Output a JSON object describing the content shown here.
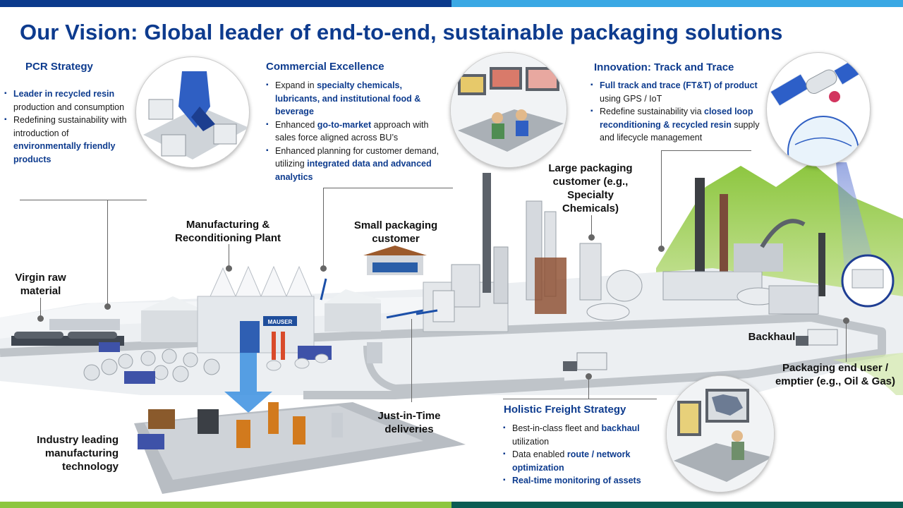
{
  "title": "Our Vision: Global leader of end-to-end, sustainable packaging solutions",
  "colors": {
    "brand_blue": "#0d3b8e",
    "top_bar_left": "#0b3a8c",
    "top_bar_right": "#3aa8e4",
    "bottom_bar_left": "#8dc63f",
    "bottom_bar_right": "#0a5c53"
  },
  "pcr": {
    "heading": "PCR Strategy",
    "b1_hl": "Leader in recycled resin",
    "b1_rest": " production and consumption",
    "b2_pre": "Redefining sustainability with introduction of ",
    "b2_hl": "environmentally friendly products"
  },
  "commercial": {
    "heading": "Commercial Excellence",
    "b1_pre": "Expand in ",
    "b1_hl": "specialty chemicals, lubricants, and institutional food & beverage",
    "b2_pre": "Enhanced ",
    "b2_hl": "go-to-market",
    "b2_rest": " approach with sales force aligned across BU’s",
    "b3_pre": "Enhanced planning for customer demand, utilizing ",
    "b3_hl": "integrated data and advanced analytics"
  },
  "innovation": {
    "heading": "Innovation: Track and Trace",
    "b1_hl": "Full track and trace (FT&T) of product",
    "b1_rest": " using GPS / IoT",
    "b2_pre": "Redefine sustainability via ",
    "b2_hl": "closed loop reconditioning & recycled resin",
    "b2_rest": " supply and lifecycle management"
  },
  "freight": {
    "heading": "Holistic Freight Strategy",
    "b1_pre": "Best-in-class fleet and ",
    "b1_hl": "backhaul",
    "b1_rest": " utilization",
    "b2_pre": "Data enabled ",
    "b2_hl": "route / network optimization",
    "b3_hl": "Real-time monitoring of assets"
  },
  "labels": {
    "virgin_raw": "Virgin raw material",
    "mfg_plant": "Manufacturing & Reconditioning Plant",
    "small_customer": "Small packaging customer",
    "large_customer": "Large packaging customer (e.g., Specialty Chemicals)",
    "backhaul": "Backhaul",
    "end_user": "Packaging end user / emptier (e.g., Oil & Gas)",
    "jit": "Just-in-Time deliveries",
    "industry": "Industry leading manufacturing technology",
    "mauser_logo": "MAUSER"
  },
  "icons": [
    "recycling-plant-icon",
    "control-room-icon",
    "satellite-globe-icon",
    "logistics-desk-icon",
    "truck-icon",
    "train-icon",
    "refinery-icon",
    "drone-icon"
  ]
}
